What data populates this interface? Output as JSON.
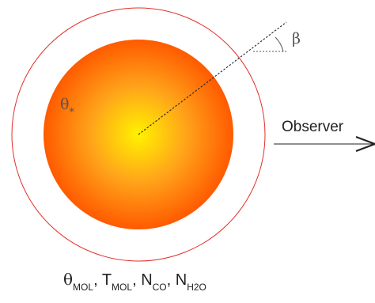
{
  "labels": {
    "beta": "β",
    "theta_star": "θ",
    "theta_star_sub": "*",
    "observer": "Observer",
    "params": {
      "theta": "θ",
      "theta_sub": "MOL",
      "sep1": ", ",
      "t": "T",
      "t_sub": "MOL",
      "sep2": ", ",
      "n_co": "N",
      "n_co_sub": "CO",
      "sep3": ", ",
      "n_h2o": "N",
      "n_h2o_sub": "H2O"
    }
  },
  "colors": {
    "star_center": "#fff200",
    "star_mid": "#ffa41a",
    "star_edge": "#ff5a00",
    "shell_outline": "#e0302a",
    "lines": "#222222"
  }
}
